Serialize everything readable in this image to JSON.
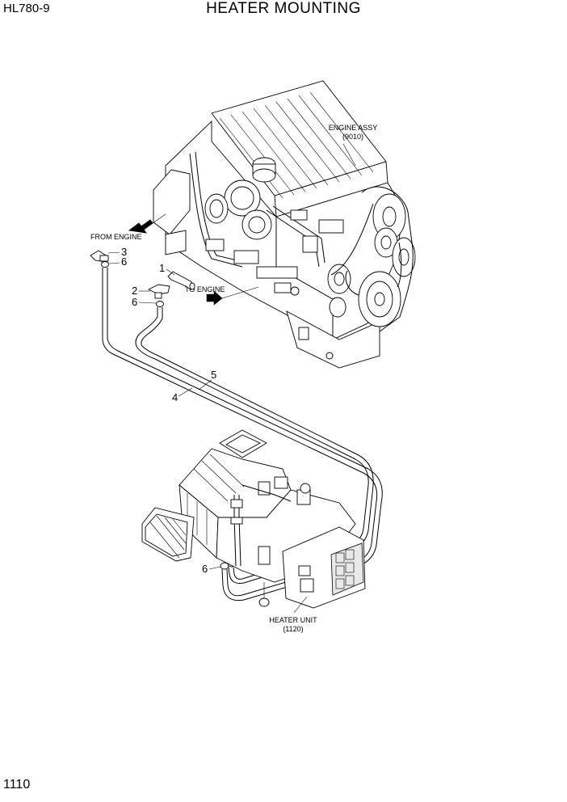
{
  "header": {
    "model": "HL780-9",
    "title": "HEATER MOUNTING"
  },
  "footer": {
    "page_number": "1110"
  },
  "diagram": {
    "engine_label": "ENGINE ASSY",
    "engine_code": "(9010)",
    "heater_label": "HEATER UNIT",
    "heater_code": "(1120)",
    "from_engine": "FROM ENGINE",
    "to_engine": "TO ENGINE",
    "callouts": [
      "1",
      "2",
      "3",
      "4",
      "5",
      "6",
      "6",
      "6"
    ]
  }
}
